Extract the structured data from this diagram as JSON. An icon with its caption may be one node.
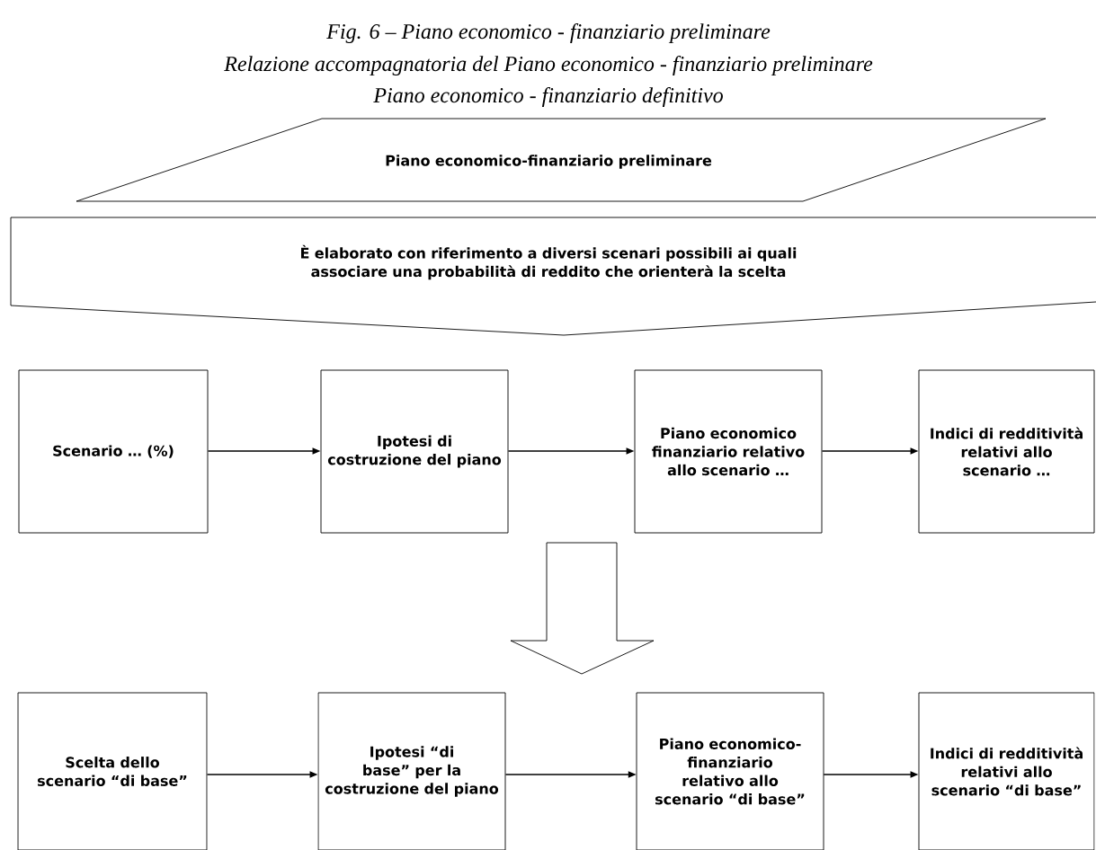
{
  "diagram": {
    "title": "Fig. 6 –  Piano economico - finanziario preliminare",
    "labels": [
      "Relazione accompagnatoria del Piano economico - finanziario preliminare",
      "Piano economico - finanziario definitivo"
    ],
    "nodes": [
      {
        "text": [
          "Piano economico-finanziario preliminare"
        ]
      },
      {
        "text": [
          "È elaborato con riferimento a diversi scenari possibili ai quali associare una probabilità di reddito che orienterà la scelta"
        ]
      },
      {
        "text": [
          "Scenario … (%)"
        ]
      },
      {
        "text": [
          "Ipotesi di costruzione del piano"
        ]
      },
      {
        "text": [
          "Piano economico finanziario relativo allo scenario …"
        ]
      },
      {
        "text": [
          "Indici di redditività relativi allo scenario …"
        ]
      },
      {
        "text": [],
        "shape": "arrow"
      },
      {
        "text": [
          "Scelta dello scenario “di base”"
        ]
      },
      {
        "text": [
          "Ipotesi “di base” per la costruzione del piano"
        ]
      },
      {
        "text": [
          "Piano economico-finanziario relativo allo scenario “di base”"
        ]
      },
      {
        "text": [
          "Indici di redditività relativi allo scenario “di base”"
        ]
      }
    ],
    "edges": [
      {
        "from": 2,
        "to": 3,
        "arrow": "to"
      },
      {
        "from": 3,
        "to": 4,
        "arrow": "to"
      },
      {
        "from": 4,
        "to": 5,
        "arrow": "to"
      },
      {
        "from": 7,
        "to": 8,
        "arrow": "to"
      },
      {
        "from": 8,
        "to": 9,
        "arrow": "to"
      },
      {
        "from": 9,
        "to": 10,
        "arrow": "to"
      }
    ]
  }
}
